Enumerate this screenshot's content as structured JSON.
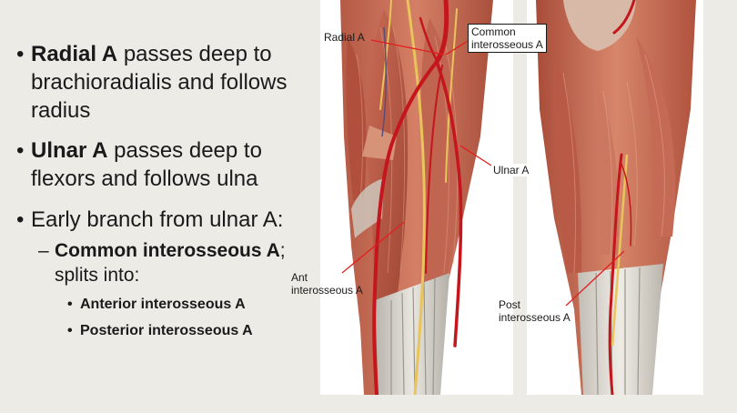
{
  "bullets": {
    "radial": {
      "strong": "Radial A",
      "line1_rest": "passes deep to",
      "line2": "brachioradialis and follows",
      "line3": "radius"
    },
    "ulnar": {
      "strong": "Ulnar A",
      "line1_rest": "passes deep to",
      "line2": "flexors and follows ulna"
    },
    "branch": {
      "text": "Early branch from ulnar A:"
    },
    "common": {
      "strong": "Common interosseous A",
      "suffix": ";",
      "line2": "splits into:"
    },
    "anterior": {
      "text": "Anterior interosseous A"
    },
    "posterior": {
      "text": "Posterior interosseous A"
    }
  },
  "glyphs": {
    "bullet": "•",
    "dash": "–"
  },
  "labels": {
    "radial_a": "Radial A",
    "common_interosseous": [
      "Common",
      "interosseous A"
    ],
    "ulnar_a": "Ulnar A",
    "ant_interosseous": [
      "Ant",
      "interosseous A"
    ],
    "post_interosseous": [
      "Post",
      "interosseous A"
    ]
  },
  "colors": {
    "text": "#1a1a1a",
    "slide_bg": "#ecebe6",
    "leader_line": "#e02020",
    "artery": "#c4161c",
    "muscle": "#c8705a",
    "tendon": "#d9d5cc",
    "nerve": "#e8c45a"
  }
}
